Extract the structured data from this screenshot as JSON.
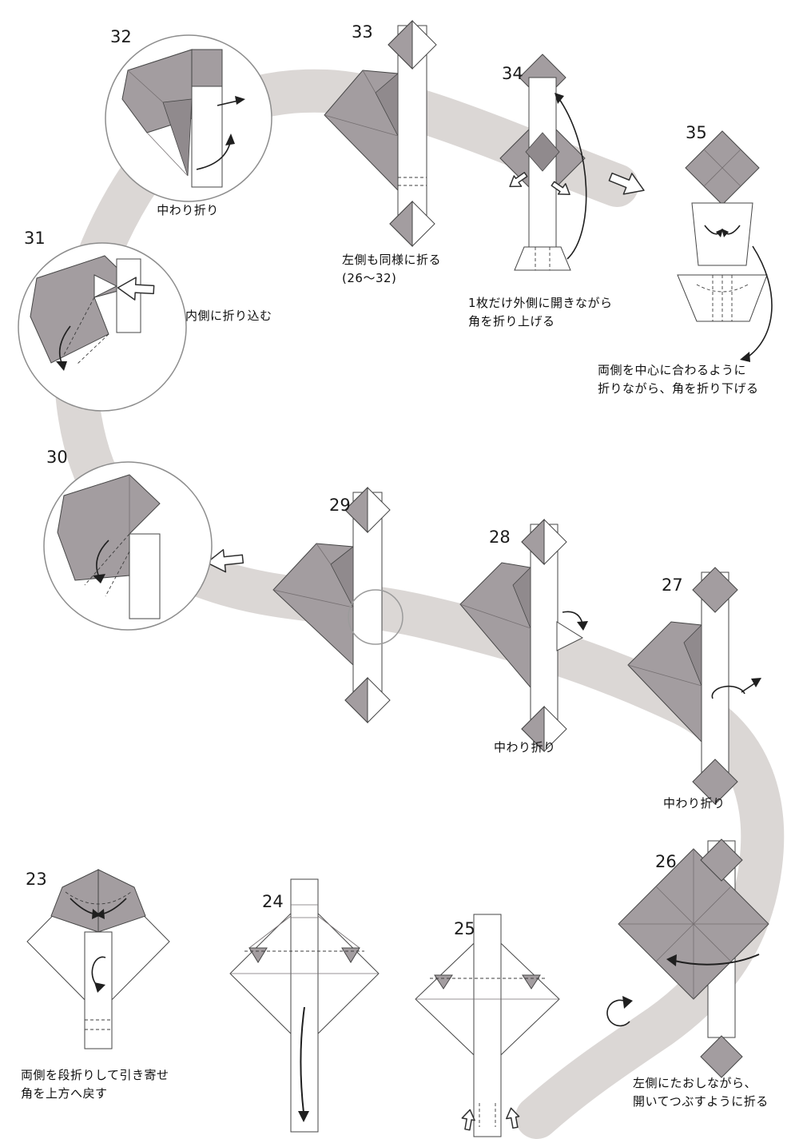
{
  "diagram": {
    "subject": "origami folding instructions, steps 23-35"
  },
  "colors": {
    "paper_gray": "#a39da0",
    "paper_dark": "#908a8d",
    "band_gray": "#dbd7d5",
    "outline": "#464646"
  },
  "steps": {
    "s23": {
      "number": "23",
      "caption1": "両側を段折りして引き寄せ",
      "caption2": "角を上方へ戻す"
    },
    "s24": {
      "number": "24"
    },
    "s25": {
      "number": "25"
    },
    "s26": {
      "number": "26",
      "caption1": "左側にたおしながら、",
      "caption2": "開いてつぶすように折る"
    },
    "s27": {
      "number": "27",
      "caption1": "中わり折り"
    },
    "s28": {
      "number": "28",
      "caption1": "中わり折り"
    },
    "s29": {
      "number": "29"
    },
    "s30": {
      "number": "30"
    },
    "s31": {
      "number": "31",
      "caption1": "内側に折り込む"
    },
    "s32": {
      "number": "32",
      "caption1": "中わり折り"
    },
    "s33": {
      "number": "33",
      "caption1": "左側も同様に折る",
      "caption2": "(26〜32)"
    },
    "s34": {
      "number": "34",
      "caption1": "1枚だけ外側に開きながら",
      "caption2": "角を折り上げる"
    },
    "s35": {
      "number": "35",
      "caption1": "両側を中心に合わるように",
      "caption2": "折りながら、角を折り下げる"
    }
  }
}
